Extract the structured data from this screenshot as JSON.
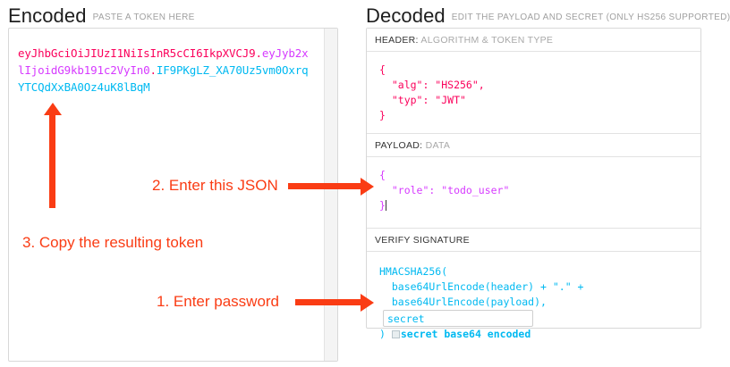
{
  "encoded": {
    "title": "Encoded",
    "subtitle": "PASTE A TOKEN HERE",
    "token": {
      "header": "eyJhbGciOiJIUzI1NiIsInR5cCI6IkpXVCJ9",
      "payload": "eyJyb2xlIjoidG9kb191c2VyIn0",
      "signature": "IF9PKgLZ_XA70Uz5vm0OxrqYTCQdXxBA0Oz4uK8lBqM",
      "dot": "."
    }
  },
  "decoded": {
    "title": "Decoded",
    "subtitle": "EDIT THE PAYLOAD AND SECRET (ONLY HS256 SUPPORTED)",
    "sections": {
      "header": {
        "label_key": "HEADER:",
        "label_value": "ALGORITHM & TOKEN TYPE",
        "lines": [
          "{",
          "  \"alg\": \"HS256\",",
          "  \"typ\": \"JWT\"",
          "}"
        ],
        "body": "{\n  \"alg\": \"HS256\",\n  \"typ\": \"JWT\"\n}"
      },
      "payload": {
        "label_key": "PAYLOAD:",
        "label_value": "DATA",
        "body_before": "{\n  \"role\": \"todo_user\"\n}",
        "lines": [
          "{",
          "  \"role\": \"todo_user\"",
          "}"
        ]
      },
      "signature": {
        "label_key": "VERIFY SIGNATURE",
        "label_value": "",
        "line1": "HMACSHA256(",
        "line2": "  base64UrlEncode(header) + \".\" +",
        "line3": "  base64UrlEncode(payload),",
        "secret_value": "secret",
        "secret_placeholder": "secret",
        "close_paren": ")",
        "checkbox_label": "secret base64 encoded",
        "checkbox_checked": false
      }
    }
  },
  "annotations": [
    {
      "id": "step1",
      "text": "1. Enter password"
    },
    {
      "id": "step2",
      "text": "2. Enter this JSON"
    },
    {
      "id": "step3",
      "text": "3. Copy the resulting token"
    }
  ],
  "colors": {
    "jwt_header": "#fb015b",
    "jwt_payload": "#d63aff",
    "jwt_signature": "#00b9f1",
    "annotation": "#fa3c14",
    "panel_border": "#d8d8d8"
  }
}
